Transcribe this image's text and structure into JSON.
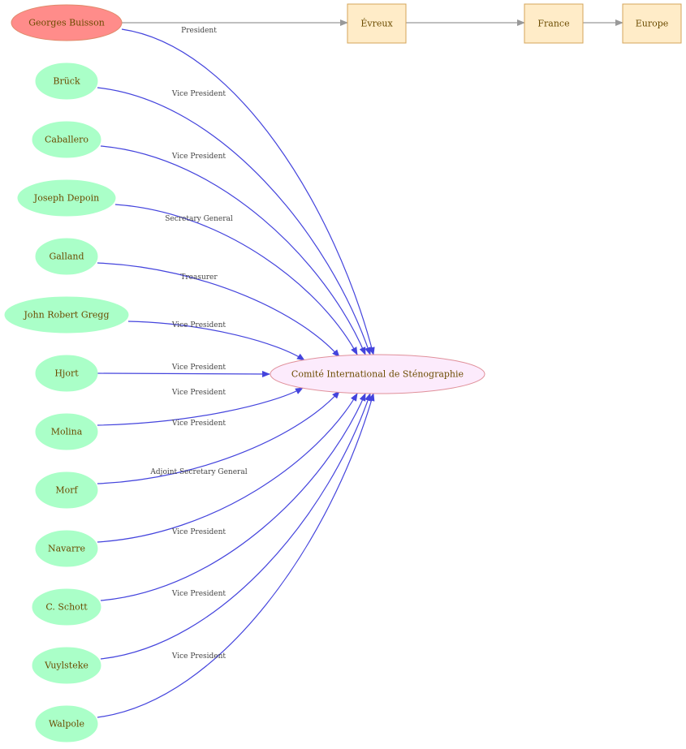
{
  "colors": {
    "person_fill": "#aaffc8",
    "president_fill": "#ff8c8a",
    "president_stroke": "#e08a6a",
    "org_fill": "#fcebfc",
    "org_stroke": "#e0909a",
    "place_fill": "#ffecc8",
    "place_stroke": "#d4a55a",
    "role_edge": "#4444dd",
    "place_edge": "#999999",
    "node_text": "#6b4b00"
  },
  "organization": {
    "label": "Comité International de Sténographie"
  },
  "places": [
    {
      "label": "Évreux"
    },
    {
      "label": "France"
    },
    {
      "label": "Europe"
    }
  ],
  "people": [
    {
      "label": "Georges Buisson",
      "role": "President",
      "is_president": true
    },
    {
      "label": "Brück",
      "role": "Vice President"
    },
    {
      "label": "Caballero",
      "role": "Vice President"
    },
    {
      "label": "Joseph Depoin",
      "role": "Secretary General"
    },
    {
      "label": "Galland",
      "role": "Treasurer"
    },
    {
      "label": "John Robert Gregg",
      "role": "Vice President"
    },
    {
      "label": "Hjort",
      "role": "Vice President"
    },
    {
      "label": "Molina",
      "role": "Vice President"
    },
    {
      "label": "Morf",
      "role": "Vice President"
    },
    {
      "label": "Navarre",
      "role": "Adjoint Secretary General"
    },
    {
      "label": "C. Schott",
      "role": "Vice President"
    },
    {
      "label": "Vuylsteke",
      "role": "Vice President"
    },
    {
      "label": "Walpole",
      "role": "Vice President"
    }
  ]
}
